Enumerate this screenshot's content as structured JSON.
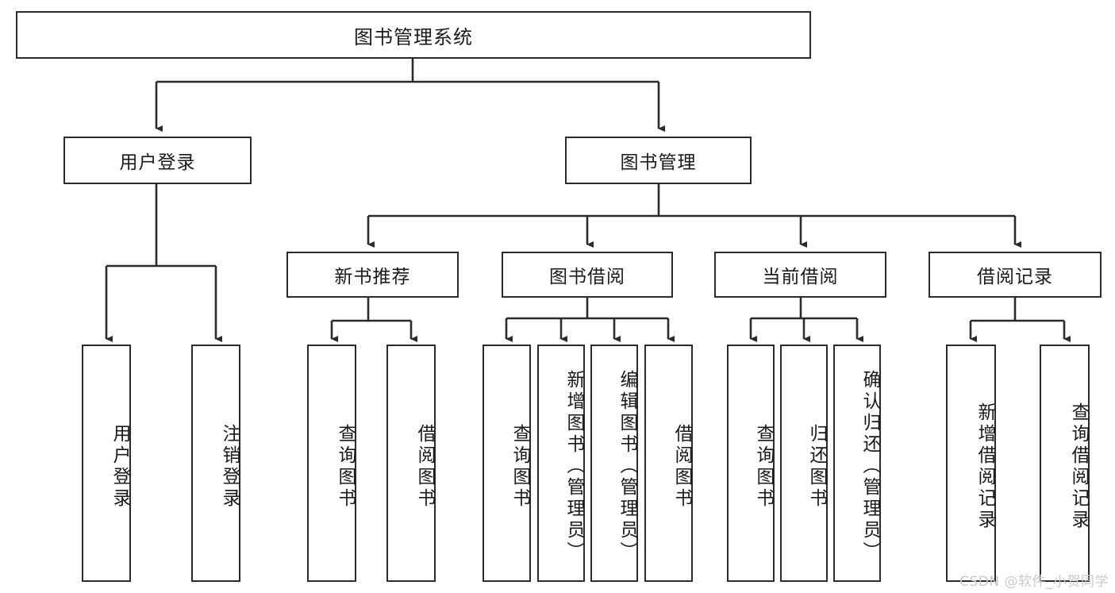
{
  "diagram": {
    "type": "tree",
    "title": "图书管理系统",
    "watermark": "CSDN @软件_小贺同学",
    "colors": {
      "box_border": "#2b2b2b",
      "box_fill": "#ffffff",
      "edge": "#2b2b2b",
      "text": "#1a1a1a",
      "watermark": "#c9c9c9"
    },
    "levels": {
      "root": {
        "label": "图书管理系统"
      },
      "level2": [
        {
          "label": "用户登录"
        },
        {
          "label": "图书管理"
        }
      ],
      "level3": [
        {
          "label": "新书推荐"
        },
        {
          "label": "图书借阅"
        },
        {
          "label": "当前借阅"
        },
        {
          "label": "借阅记录"
        }
      ],
      "leaves": {
        "user_login": [
          {
            "label": "用户登录"
          },
          {
            "label": "注销登录"
          }
        ],
        "new_book_recommend": [
          {
            "label": "查询图书"
          },
          {
            "label": "借阅图书"
          }
        ],
        "book_borrow": [
          {
            "label": "查询图书"
          },
          {
            "label": "新增图书（管理员）"
          },
          {
            "label": "编辑图书（管理员）"
          },
          {
            "label": "借阅图书"
          }
        ],
        "current_borrow": [
          {
            "label": "查询图书"
          },
          {
            "label": "归还图书"
          },
          {
            "label": "确认归还（管理员）"
          }
        ],
        "borrow_record": [
          {
            "label": "新增借阅记录"
          },
          {
            "label": "查询借阅记录"
          }
        ]
      }
    }
  }
}
